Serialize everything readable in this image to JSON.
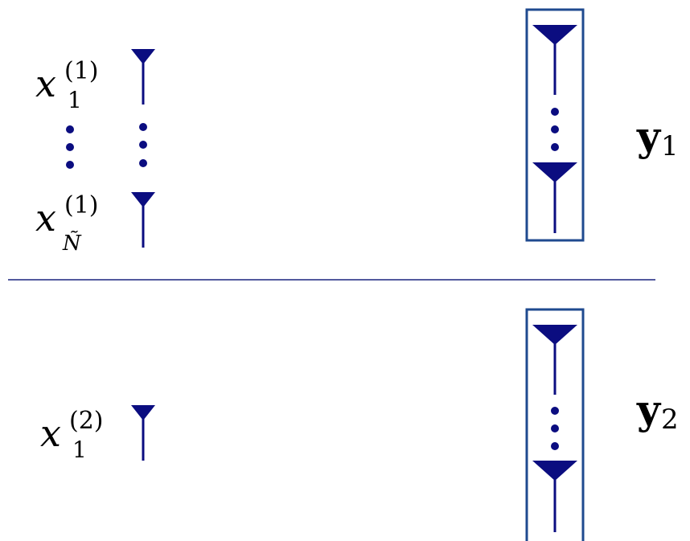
{
  "colors": {
    "antenna": "#0b0d80",
    "receiver_box": "#1f4a8f",
    "divider": "#1a237e",
    "text": "#000000"
  },
  "transmitter_1": {
    "first_label": {
      "base": "x",
      "superscript": "(1)",
      "subscript": "1"
    },
    "last_label": {
      "base": "x",
      "superscript": "(1)",
      "subscript": "Ñ"
    },
    "antenna_icon": "antenna-triangle-icon",
    "ellipsis_icon": "vertical-ellipsis-icon"
  },
  "receiver_1": {
    "label": {
      "base": "y",
      "subscript": "1"
    },
    "antenna_icon": "antenna-triangle-icon",
    "ellipsis_icon": "vertical-ellipsis-icon"
  },
  "transmitter_2": {
    "first_label": {
      "base": "x",
      "superscript": "(2)",
      "subscript": "1"
    },
    "antenna_icon": "antenna-triangle-icon"
  },
  "receiver_2": {
    "label": {
      "base": "y",
      "subscript": "2"
    },
    "antenna_icon": "antenna-triangle-icon",
    "ellipsis_icon": "vertical-ellipsis-icon"
  }
}
